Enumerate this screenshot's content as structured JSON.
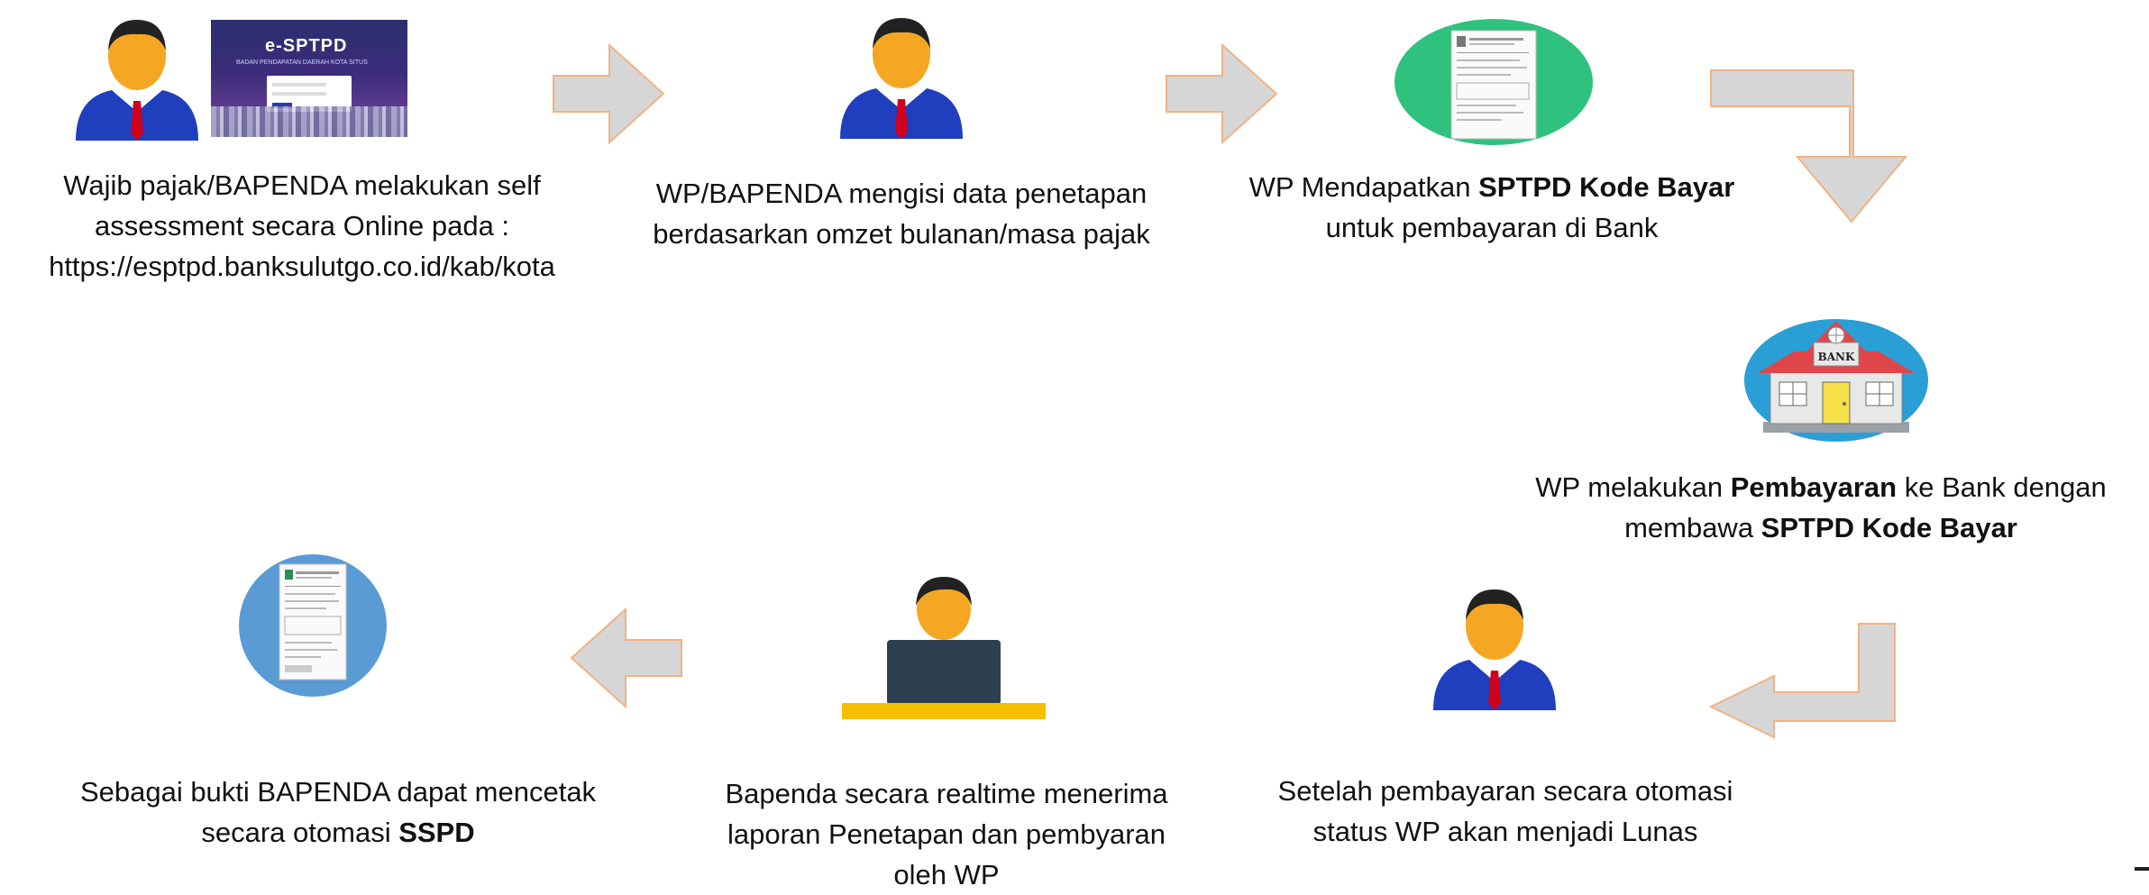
{
  "steps": {
    "step1": {
      "lines": [
        "Wajib pajak/BAPENDA melakukan self",
        "assessment secara Online pada :",
        "https://esptpd.banksulutgo.co.id/kab/kota"
      ]
    },
    "step2": {
      "lines": [
        "WP/BAPENDA mengisi data penetapan",
        "berdasarkan omzet bulanan/masa pajak"
      ]
    },
    "step3": {
      "line1_pre": "WP Mendapatkan ",
      "line1_bold": "SPTPD Kode Bayar",
      "line2": "untuk pembayaran di Bank"
    },
    "step4": {
      "line1_pre": "WP melakukan  ",
      "line1_bold": "Pembayaran",
      "line1_post": " ke Bank dengan",
      "line2_pre": "membawa ",
      "line2_bold": "SPTPD Kode Bayar"
    },
    "step5": {
      "lines": [
        "Setelah pembayaran secara otomasi",
        "status WP akan menjadi Lunas"
      ]
    },
    "step6": {
      "lines": [
        "Bapenda secara realtime menerima",
        "laporan Penetapan dan pembyaran",
        "oleh WP"
      ]
    },
    "step7": {
      "line1": "Sebagai bukti BAPENDA dapat mencetak",
      "line2_pre": "secara otomasi ",
      "line2_bold": "SSPD"
    }
  },
  "screenshot": {
    "logo": "e-SPTPD",
    "subtitle": "BADAN PENDAPATAN DAERAH KOTA SITUS"
  },
  "bank_sign": "BANK",
  "colors": {
    "arrow_fill": "#d6d6d6",
    "arrow_stroke": "#f4b183",
    "suit": "#1f3fbf",
    "skin": "#f5a623",
    "tie": "#d0021b",
    "green_circle": "#2ec27e",
    "blue_circle": "#2a9fd6",
    "doc_circle": "#5b9bd5",
    "desk": "#f5c000",
    "laptop": "#2e3f4f"
  }
}
